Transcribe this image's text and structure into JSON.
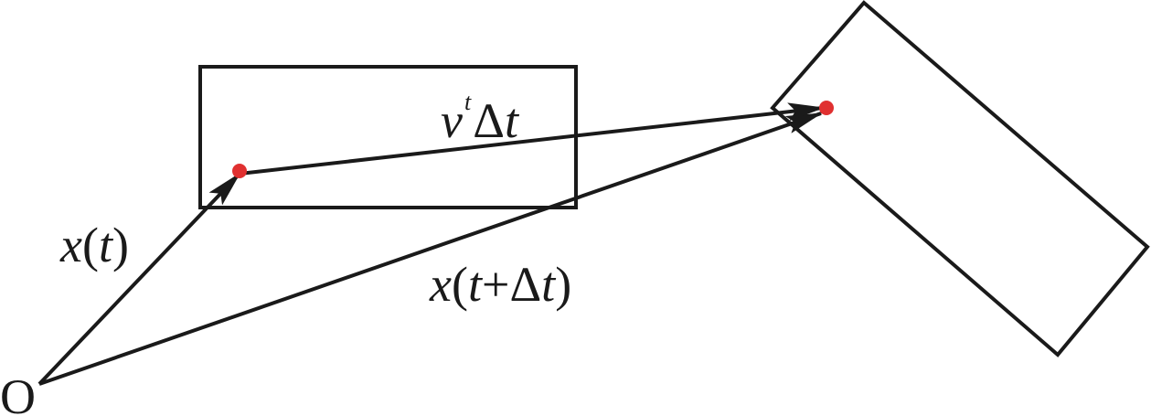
{
  "diagram": {
    "origin_label": "O",
    "x_t_label": {
      "x": "x",
      "open": "(",
      "t": "t",
      "close": ")"
    },
    "v_dt_label": {
      "v": "v",
      "sup": "t",
      "delta": "Δ",
      "t": "t"
    },
    "x_t_dt_label": {
      "x": "x",
      "open": "(",
      "t1": "t",
      "plus": "+",
      "delta": "Δ",
      "t2": "t",
      "close": ")"
    },
    "colors": {
      "stroke": "#1a1a1a",
      "point": "#e03030",
      "background": "#ffffff"
    }
  }
}
